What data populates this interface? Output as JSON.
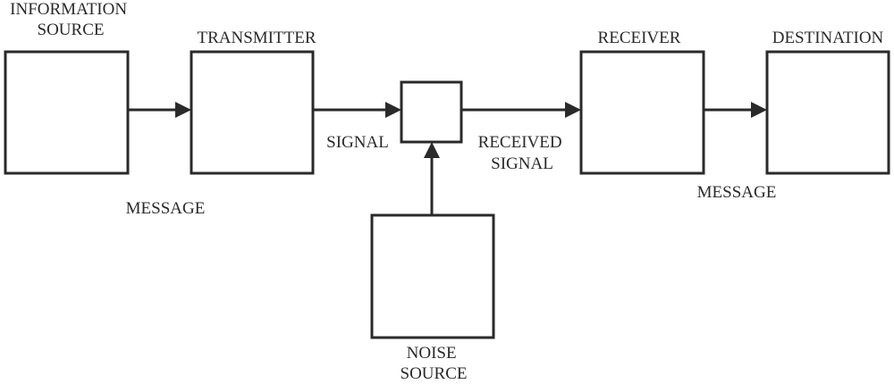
{
  "labels": {
    "information_source": [
      "INFORMATION",
      "SOURCE"
    ],
    "transmitter": "TRANSMITTER",
    "receiver": "RECEIVER",
    "destination": "DESTINATION",
    "signal": "SIGNAL",
    "received_signal": [
      "RECEIVED",
      "SIGNAL"
    ],
    "message_left": "MESSAGE",
    "message_right": "MESSAGE",
    "noise_source": [
      "NOISE",
      "SOURCE"
    ]
  }
}
